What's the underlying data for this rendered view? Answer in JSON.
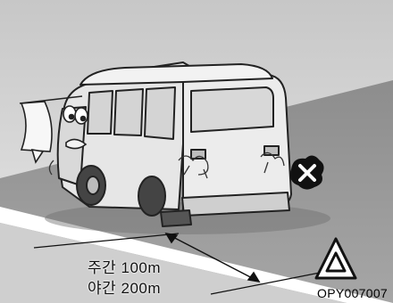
{
  "labels": {
    "day_distance": "주간 100m",
    "night_distance": "야간 200m",
    "figure_code": "OPY007007"
  },
  "icons": {
    "warning_triangle": "warning-triangle-icon",
    "breakdown_symbol": "breakdown-x-icon",
    "flag": "white-flag-icon"
  },
  "colors": {
    "road": "#9a9a9a",
    "sky": "#d9d9d9",
    "road_line": "#ffffff",
    "van_body": "#e6e6e6",
    "outline": "#222222"
  }
}
